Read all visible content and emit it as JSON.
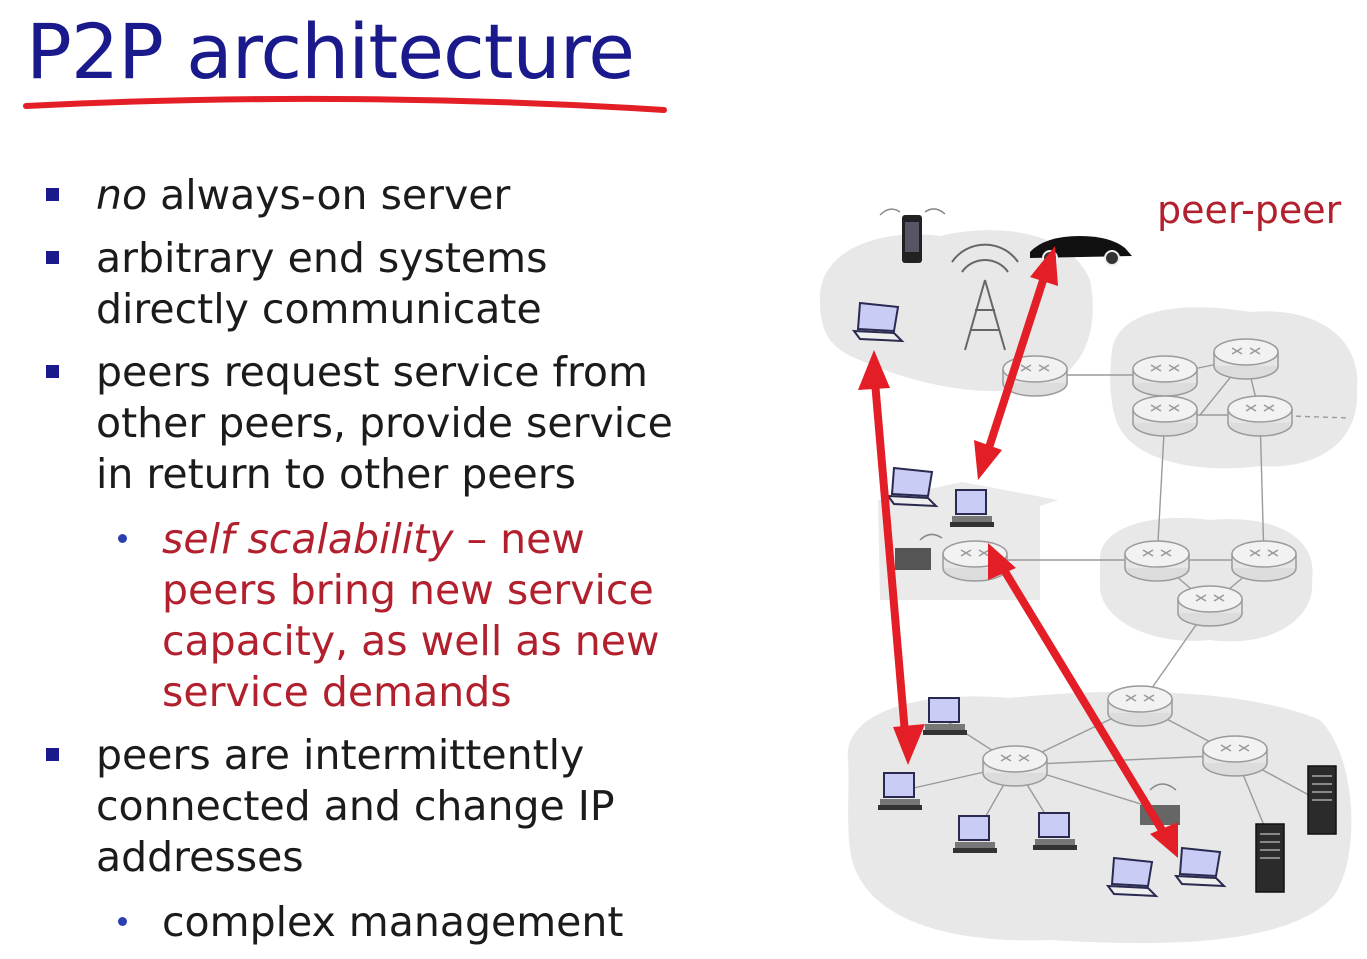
{
  "slide": {
    "title": "P2P architecture",
    "bullets": [
      {
        "em": "no",
        "rest": " always-on server"
      },
      {
        "text": "arbitrary end systems directly communicate"
      },
      {
        "text": "peers request service from other peers, provide service in return to other peers"
      },
      {
        "text": "peers are intermittently connected and change IP addresses"
      }
    ],
    "sub_bullets": {
      "self_scalability_em": "self scalability",
      "self_scalability_rest": " – new peers bring new service capacity, as well as new service demands",
      "complex": "complex management"
    }
  },
  "diagram": {
    "label": "peer-peer"
  },
  "colors": {
    "title": "#1a1a8c",
    "accent_red": "#b21f2d",
    "arrow_red": "#e41e26",
    "bullet": "#1a1a8c"
  },
  "icons": [
    "router-icon",
    "laptop-icon",
    "desktop-icon",
    "server-icon",
    "smartphone-icon",
    "car-icon",
    "cell-tower-icon",
    "wifi-router-icon"
  ]
}
